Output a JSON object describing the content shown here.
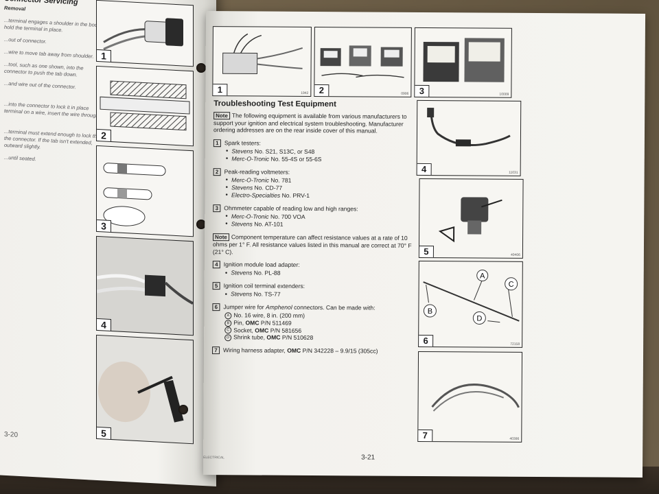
{
  "left_page": {
    "heading": "Connector Servicing",
    "subheading": "Removal",
    "paragraphs": [
      "...terminal engages a shoulder in the body to hold the terminal in place.",
      "...out of connector.",
      "...wire to move tab away from shoulder.",
      "...tool, such as one shown, into the connector to push the tab down.",
      "...and wire out of the connector.",
      "...into the connector to lock it in place terminal on a wire, insert the wire through",
      "...terminal must extend enough to lock the the connector. If the tab isn't extended, outward slightly.",
      "...until seated."
    ],
    "figure_numbers": [
      "1",
      "2",
      "3",
      "4",
      "5"
    ],
    "page_number": "3-20"
  },
  "right_page": {
    "figures": [
      {
        "num": "1",
        "code": "1942"
      },
      {
        "num": "2",
        "code": "0906"
      },
      {
        "num": "3",
        "code": "10009"
      },
      {
        "num": "4",
        "code": "11031"
      },
      {
        "num": "5",
        "code": "40406"
      },
      {
        "num": "6",
        "code": "72158"
      },
      {
        "num": "7",
        "code": "40386"
      }
    ],
    "fig6_letters": {
      "a": "A",
      "b": "B",
      "c": "C",
      "d": "D"
    },
    "title": "Troubleshooting Test Equipment",
    "note_label": "Note",
    "intro": "The following equipment is available from various manufacturers to support your ignition and electrical system troubleshooting. Manufacturer ordering addresses are on the rear inside cover of this manual.",
    "items": [
      {
        "num": "1",
        "text": "Spark testers:",
        "bullets": [
          {
            "brand": "Stevens",
            "rest": " No. S21, S13C, or S48"
          },
          {
            "brand": "Merc-O-Tronic",
            "rest": " No. 55-4S or 55-6S"
          }
        ]
      },
      {
        "num": "2",
        "text": "Peak-reading voltmeters:",
        "bullets": [
          {
            "brand": "Merc-O-Tronic",
            "rest": " No. 781"
          },
          {
            "brand": "Stevens",
            "rest": " No. CD-77"
          },
          {
            "brand": "Electro-Specialties",
            "rest": " No. PRV-1"
          }
        ]
      },
      {
        "num": "3",
        "text": "Ohmmeter capable of reading low and high ranges:",
        "bullets": [
          {
            "brand": "Merc-O-Tronic",
            "rest": " No. 700 VOA"
          },
          {
            "brand": "Stevens",
            "rest": " No. AT-101"
          }
        ]
      }
    ],
    "note2": "Component temperature can affect resistance values at a rate of 10 ohms per 1° F. All resistance values listed in this manual are correct at 70° F (21° C).",
    "item4": {
      "num": "4",
      "text": "Ignition module load adapter:",
      "brand": "Stevens",
      "rest": " No. PL-88"
    },
    "item5": {
      "num": "5",
      "text": "Ignition coil terminal extenders:",
      "brand": "Stevens",
      "rest": " No. TS-77"
    },
    "item6": {
      "num": "6",
      "text_pre": "Jumper wire for ",
      "text_brand": "Amphenol",
      "text_post": " connectors. Can be made with:",
      "subs": [
        {
          "letter": "A",
          "pre": "No. 16 wire, 8 in. (200 mm)",
          "omc": "",
          "post": ""
        },
        {
          "letter": "B",
          "pre": "Pin, ",
          "omc": "OMC",
          "post": " P/N 511469"
        },
        {
          "letter": "C",
          "pre": "Socket, ",
          "omc": "OMC",
          "post": " P/N 581656"
        },
        {
          "letter": "D",
          "pre": "Shrink tube, ",
          "omc": "OMC",
          "post": " P/N 510628"
        }
      ]
    },
    "item7": {
      "num": "7",
      "pre": "Wiring harness adapter, ",
      "omc": "OMC",
      "post": " P/N  342228 – 9.9/15 (305cc)"
    },
    "page_number": "3-21",
    "footer": "ELECTRICAL"
  },
  "colors": {
    "paper": "#f5f4f0",
    "ink": "#1d1d1f",
    "desk": "#6d5f48"
  }
}
